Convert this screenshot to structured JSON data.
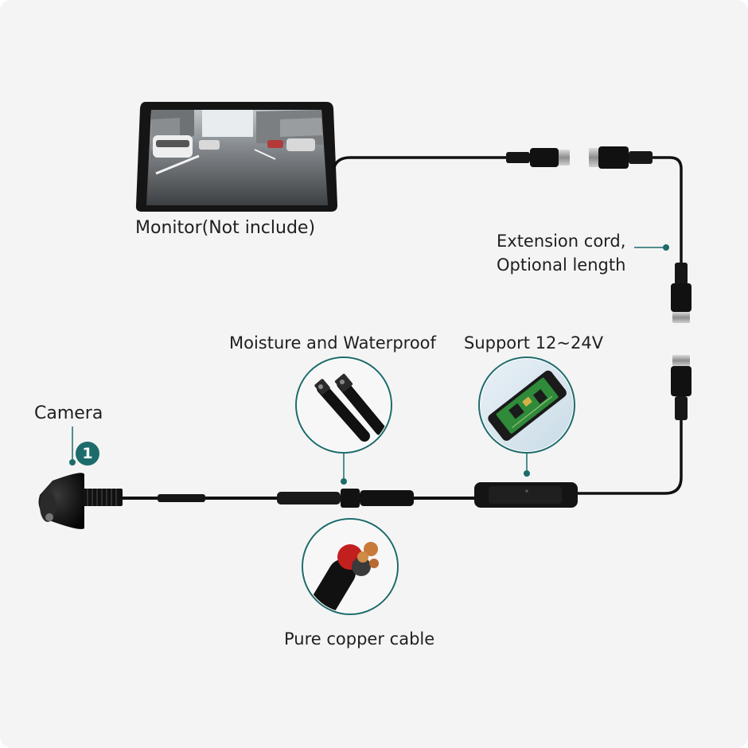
{
  "labels": {
    "monitor": "Monitor(Not include)",
    "extension_line1": "Extension cord,",
    "extension_line2": "Optional length",
    "moisture": "Moisture and Waterproof",
    "support": "Support 12~24V",
    "camera": "Camera",
    "copper": "Pure copper cable"
  },
  "badge": {
    "number": "1"
  },
  "colors": {
    "accent": "#1e6b6b",
    "background": "#f4f4f4",
    "cable": "#111111",
    "pcb": "#2f8a3a"
  },
  "icons": {
    "monitor": "monitor-screen-icon",
    "camera": "rear-camera-icon",
    "connector": "aviation-connector-icon",
    "power_box": "power-module-icon"
  }
}
